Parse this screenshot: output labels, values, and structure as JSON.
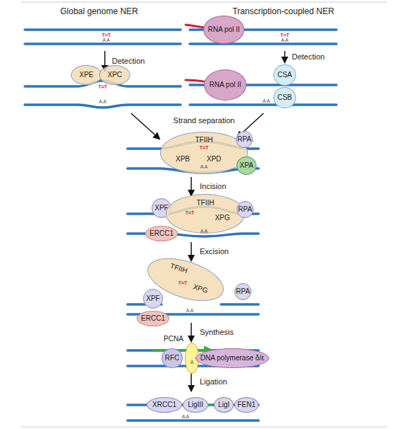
{
  "diagram": {
    "nodes": [
      {
        "text": [
          "RNA pol II"
        ]
      },
      {
        "text": [
          "XPE"
        ]
      },
      {
        "text": [
          "XPC"
        ]
      },
      {
        "text": [
          "RNA pol II"
        ]
      },
      {
        "text": [
          "CSA"
        ]
      },
      {
        "text": [
          "CSB"
        ]
      },
      {
        "text": [
          "TFIIH",
          "XPB",
          "XPD"
        ]
      },
      {
        "text": [
          "RPA"
        ]
      },
      {
        "text": [
          "XPA"
        ]
      },
      {
        "text": [
          "XPF"
        ]
      },
      {
        "text": [
          "TFIIH",
          "XPG"
        ]
      },
      {
        "text": [
          "RPA"
        ]
      },
      {
        "text": [
          "ERCC1"
        ]
      },
      {
        "text": [
          "TFIIH",
          "XPG"
        ]
      },
      {
        "text": [
          "XPF"
        ]
      },
      {
        "text": [
          "RPA"
        ]
      },
      {
        "text": [
          "ERCC1"
        ]
      },
      {
        "text": [
          "PCNA"
        ]
      },
      {
        "text": [
          "RFC"
        ]
      },
      {
        "text": [
          "DNA polymerase δ/ε"
        ]
      },
      {
        "text": [
          "XRCC1"
        ]
      },
      {
        "text": [
          "LigIII"
        ]
      },
      {
        "text": [
          "LigI"
        ]
      },
      {
        "text": [
          "FEN1"
        ]
      }
    ],
    "labels": [
      "Global genome NER",
      "Transcription-coupled NER",
      "T=T",
      "A A",
      "T=T",
      "A A",
      "Detection",
      "Detection",
      "T=T",
      "A A",
      "A A",
      "Strand separation",
      "T=T",
      "A A",
      "Incision",
      "T=T",
      "A A",
      "Excision",
      "T=T",
      "A A",
      "Synthesis",
      "A",
      "Ligation",
      "A A"
    ]
  }
}
